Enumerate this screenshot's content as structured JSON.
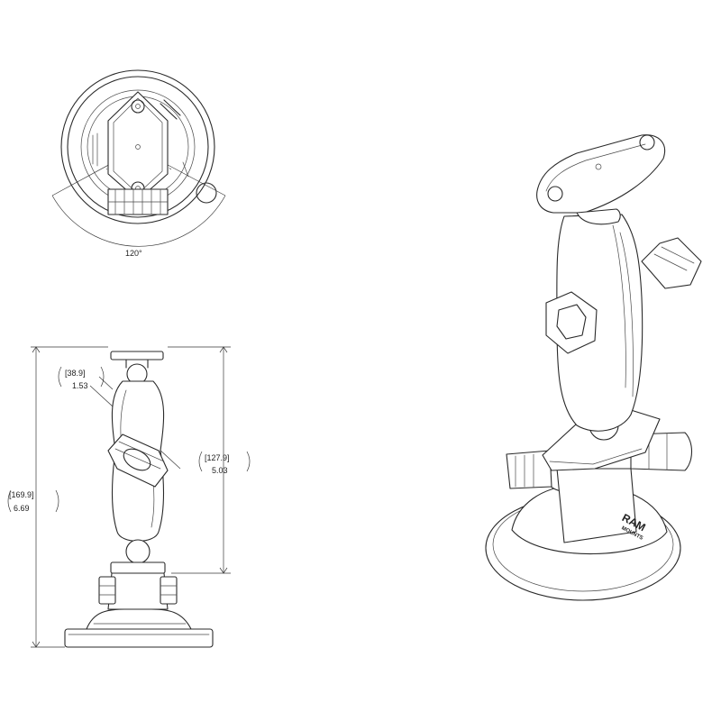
{
  "drawing": {
    "top_view": {
      "angle_label": "120°"
    },
    "side_view": {
      "dim_overall": {
        "mm": "[169.9]",
        "in": "6.69"
      },
      "dim_height": {
        "mm": "[127.9]",
        "in": "5.03"
      },
      "dim_ball": {
        "mm": "[38.9]",
        "in": "1.53"
      }
    },
    "iso_view": {
      "brand_main": "RAM",
      "brand_sub": "MOUNTS"
    }
  }
}
